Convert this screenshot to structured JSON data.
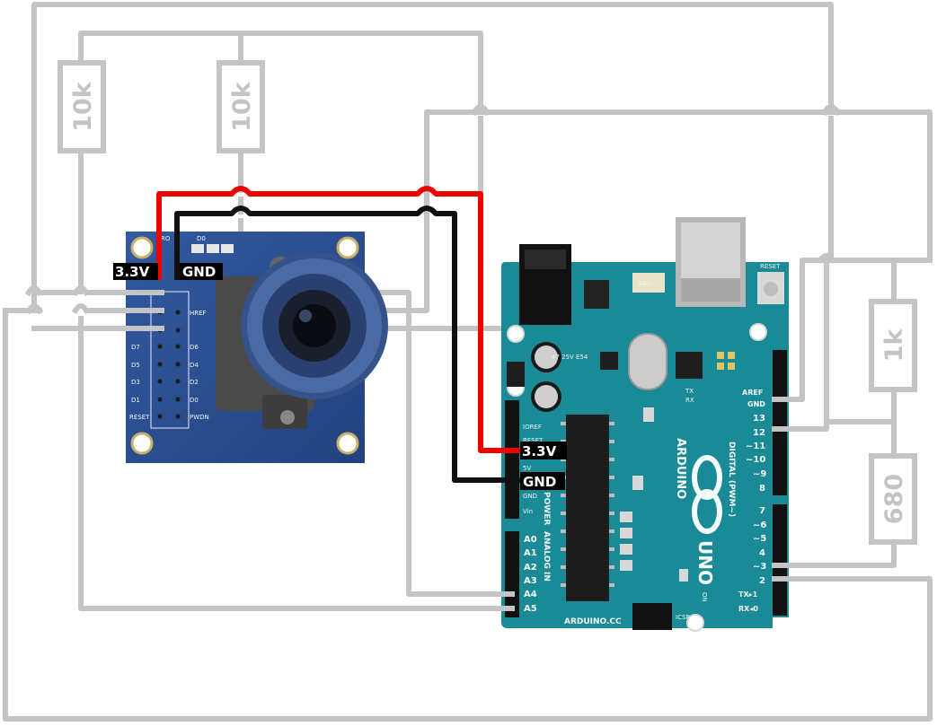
{
  "resistors": {
    "r1": "10k",
    "r2": "10k",
    "r3": "1k",
    "r4": "680"
  },
  "camera": {
    "label_vcc": "3.3V",
    "label_gnd": "GND",
    "silk_ro": "RO",
    "silk_d0": "D0",
    "pin_labels": [
      "HREF",
      "D7",
      "D6",
      "D5",
      "D4",
      "D3",
      "D2",
      "D1",
      "D0",
      "RESET",
      "PWDN"
    ]
  },
  "arduino": {
    "label_vcc": "3.3V",
    "label_gnd": "GND",
    "power_pins": [
      "IOREF",
      "RESET",
      "5V",
      "GND",
      "Vin"
    ],
    "power_header": "POWER",
    "analog_pins": [
      "A0",
      "A1",
      "A2",
      "A3",
      "A4",
      "A5"
    ],
    "analog_header": "ANALOG IN",
    "digital_pins": [
      "AREF",
      "GND",
      "13",
      "12",
      "~11",
      "~10",
      "~9",
      "8",
      "7",
      "~6",
      "~5",
      "4",
      "~3",
      "2",
      "TX▸1",
      "RX◂0"
    ],
    "digital_header": "DIGITAL (PWM~)",
    "reset_label": "RESET",
    "brand": "ARDUINO",
    "model": "UNO",
    "website": "ARDUINO.CC",
    "tx": "TX",
    "rx": "RX",
    "on": "ON",
    "icsp": "ICSP",
    "cap_text": "47 25V E54",
    "ic_text": "S4D"
  },
  "colors": {
    "wire_grey": "#c4c4c4",
    "wire_vcc": "#ee0000",
    "wire_gnd": "#111111",
    "board": "#1a8a96",
    "camera_pcb": "#2b4e8e"
  }
}
